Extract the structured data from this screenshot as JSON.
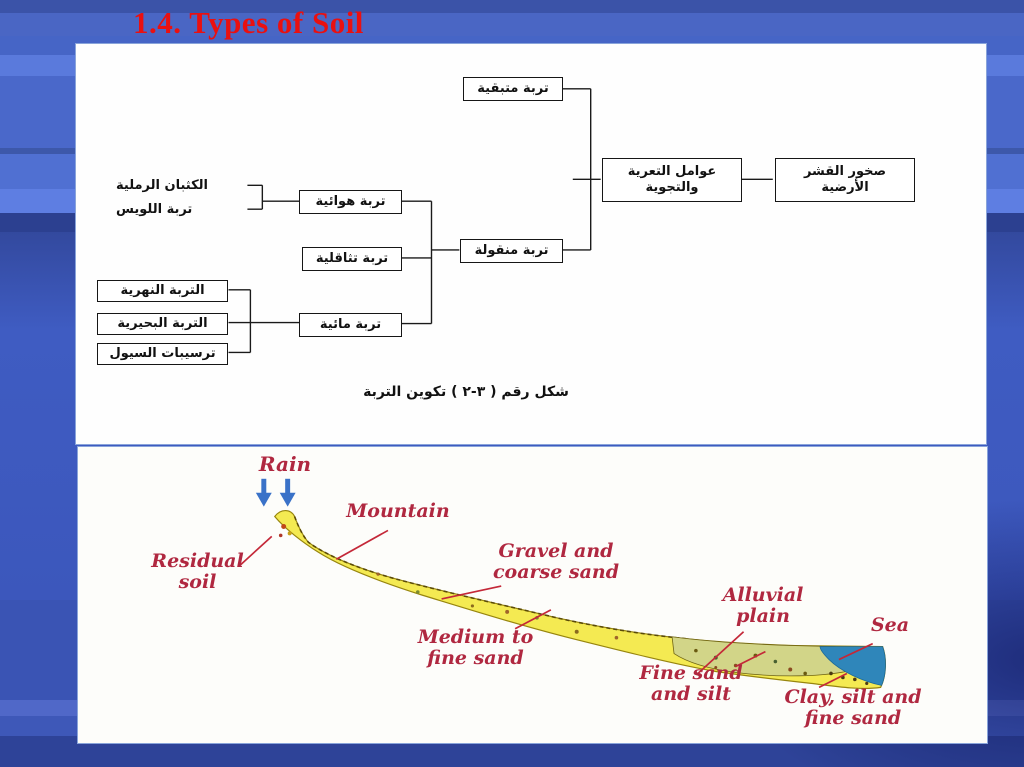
{
  "slide": {
    "title": "1.4. Types of Soil"
  },
  "colors": {
    "title_red": "#ea1010",
    "label_red": "#b02840",
    "leader_line": "#c42838",
    "slope_yellow": "#f4ea52",
    "plain_olive": "#d2d588",
    "sea_blue": "#2f86ba",
    "rain_arrow_blue": "#3a72c8",
    "background_blue": "#3f5cc2"
  },
  "flowchart": {
    "caption": "شكل رقم ( ٣-٢ ) تكوين التربة",
    "boxes": {
      "residual": "تربة متبقية",
      "agents": "عوامل التعرية\nوالتجوية",
      "crust": "صخور القشر\nالأرضية",
      "aeolian": "تربة هوائية",
      "gravity": "تربة تثاقلية",
      "transported": "تربة منقولة",
      "aquatic": "تربة مائية",
      "river": "التربة النهرية",
      "lake": "التربة البحيرية",
      "flood": "ترسيبات السيول"
    },
    "side_labels": {
      "dunes": "الكثبان الرملية",
      "loess": "تربة اللويس"
    }
  },
  "diagram": {
    "labels": {
      "rain": "Rain",
      "mountain": "Mountain",
      "residual_soil": "Residual\nsoil",
      "gravel": "Gravel and\ncoarse sand",
      "medium": "Medium to\nfine sand",
      "alluvial": "Alluvial\nplain",
      "fine_sand": "Fine sand\nand silt",
      "sea": "Sea",
      "clay": "Clay, silt and\nfine sand"
    }
  }
}
